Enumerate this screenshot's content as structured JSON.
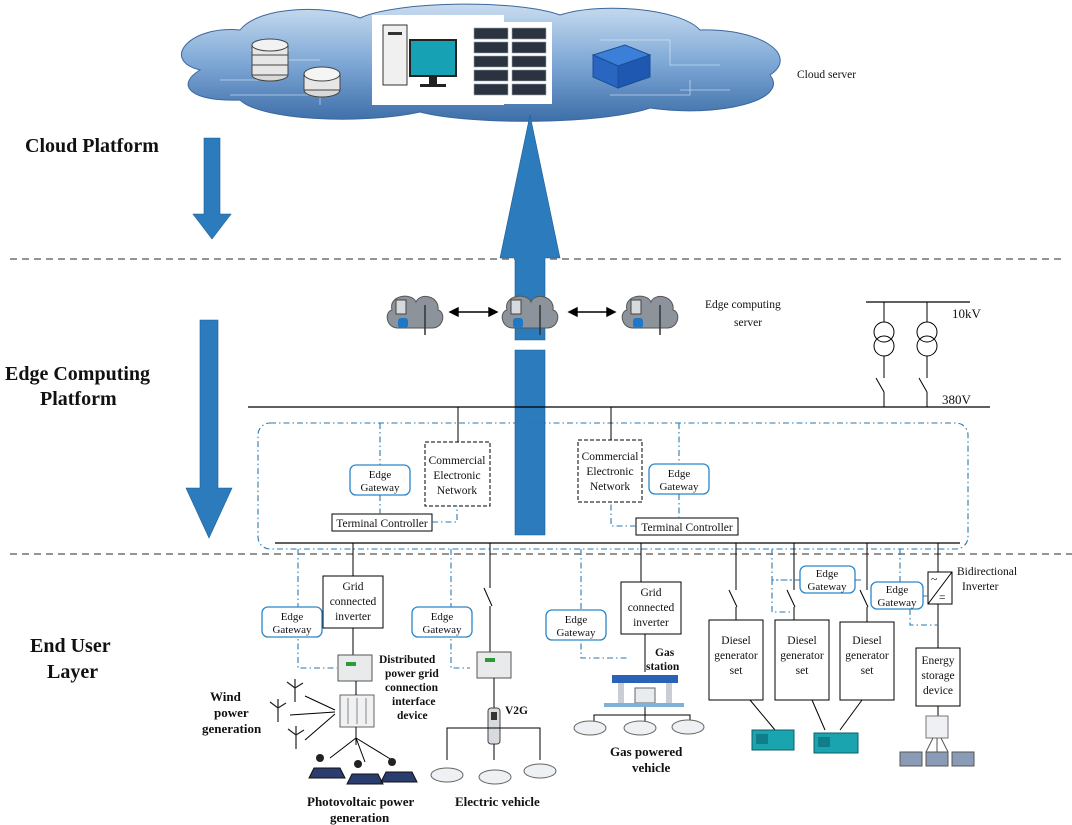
{
  "layers": {
    "cloud": "Cloud Platform",
    "edge_line1": "Edge Computing",
    "edge_line2": "Platform",
    "end_line1": "End User",
    "end_line2": "Layer"
  },
  "cloud_server": "Cloud server",
  "edge_server_line1": "Edge computing",
  "edge_server_line2": "server",
  "voltage_high": "10kV",
  "voltage_low": "380V",
  "edge_gateway_line1": "Edge",
  "edge_gateway_line2": "Gateway",
  "commercial_network": [
    "Commercial",
    "Electronic",
    "Network"
  ],
  "terminal_controller": "Terminal Controller",
  "grid_inverter": [
    "Grid",
    "connected",
    "inverter"
  ],
  "diesel_generator": [
    "Diesel",
    "generator",
    "set"
  ],
  "energy_storage": [
    "Energy",
    "storage",
    "device"
  ],
  "bidirectional_inverter": [
    "Bidirectional",
    "Inverter"
  ],
  "distributed_device": [
    "Distributed",
    "power grid",
    "connection",
    "interface",
    "device"
  ],
  "wind_power": [
    "Wind",
    "power",
    "generation"
  ],
  "photovoltaic": [
    "Photovoltaic power",
    "generation"
  ],
  "v2g": "V2G",
  "electric_vehicle": "Electric vehicle",
  "gas_station": [
    "Gas",
    "station"
  ],
  "gas_vehicle": [
    "Gas powered",
    "vehicle"
  ],
  "colors": {
    "arrow": "#2b7bbd",
    "gateway_border": "#2a86c8",
    "dashed_link": "#2a7ab0",
    "cloud": "#5b8fc7"
  }
}
